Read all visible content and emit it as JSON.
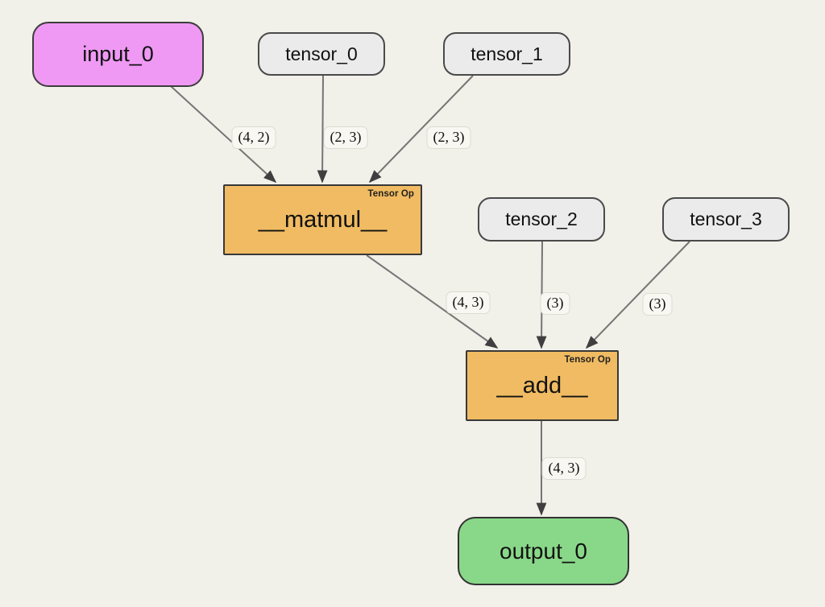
{
  "diagram": {
    "background_color": "#f1f0e9",
    "colors": {
      "input_node": "#ef99f4",
      "tensor_node": "#ebebeb",
      "op_node": "#f0bb62",
      "output_node": "#89d889",
      "edge": "#757575",
      "arrowhead": "#3f3f3f",
      "edge_label_bg": "#f8f7f1"
    },
    "nodes": [
      {
        "id": "input_0",
        "label": "input_0",
        "type": "input"
      },
      {
        "id": "tensor_0",
        "label": "tensor_0",
        "type": "tensor"
      },
      {
        "id": "tensor_1",
        "label": "tensor_1",
        "type": "tensor"
      },
      {
        "id": "matmul",
        "label": "__matmul__",
        "type": "op",
        "badge": "Tensor Op"
      },
      {
        "id": "tensor_2",
        "label": "tensor_2",
        "type": "tensor"
      },
      {
        "id": "tensor_3",
        "label": "tensor_3",
        "type": "tensor"
      },
      {
        "id": "add",
        "label": "__add__",
        "type": "op",
        "badge": "Tensor Op"
      },
      {
        "id": "output_0",
        "label": "output_0",
        "type": "output"
      }
    ],
    "edges": [
      {
        "from": "input_0",
        "to": "__matmul__",
        "label": "(4, 2)"
      },
      {
        "from": "tensor_0",
        "to": "__matmul__",
        "label": "(2, 3)"
      },
      {
        "from": "tensor_1",
        "to": "__matmul__",
        "label": "(2, 3)"
      },
      {
        "from": "__matmul__",
        "to": "__add__",
        "label": "(4, 3)"
      },
      {
        "from": "tensor_2",
        "to": "__add__",
        "label": "(3)"
      },
      {
        "from": "tensor_3",
        "to": "__add__",
        "label": "(3)"
      },
      {
        "from": "__add__",
        "to": "output_0",
        "label": "(4, 3)"
      }
    ]
  }
}
